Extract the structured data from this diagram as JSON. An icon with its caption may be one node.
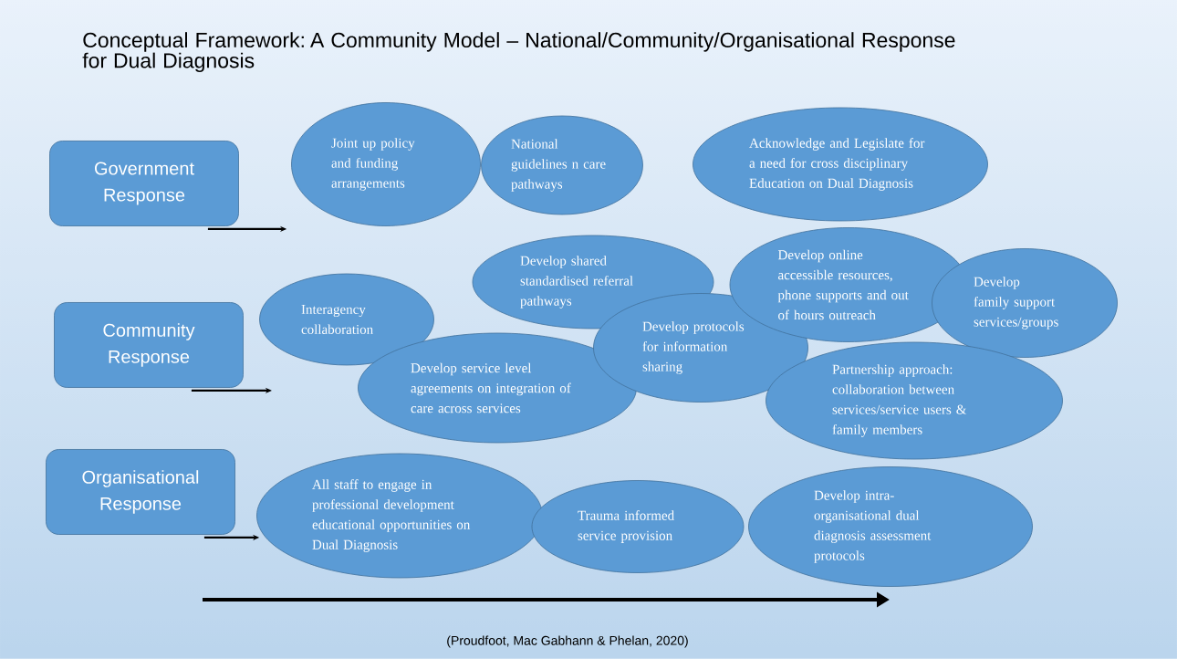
{
  "diagram": {
    "title": "Conceptual Framework: A Community Model – National/Community/Organisational Response for Dual Diagnosis",
    "caption": "(Proudfoot, Mac Gabhann & Phelan, 2020)",
    "nodes": [
      {
        "text": [
          "Government Response"
        ]
      },
      {
        "text": [
          "Joint up policy and funding arrangements"
        ]
      },
      {
        "text": [
          "National guidelines n care pathways"
        ]
      },
      {
        "text": [
          "Acknowledge and Legislate for a need for cross disciplinary Education on Dual Diagnosis"
        ]
      },
      {
        "text": [
          "Community Response"
        ]
      },
      {
        "text": [
          "Develop shared standardised referral pathways"
        ]
      },
      {
        "text": [
          "Develop online accessible resources, phone supports and out of hours outreach"
        ]
      },
      {
        "text": [
          "Develop family support services/groups"
        ]
      },
      {
        "text": [
          "Interagency collaboration"
        ]
      },
      {
        "text": [
          "Develop protocols for information sharing"
        ]
      },
      {
        "text": [
          "Develop service level agreements on integration of care across services"
        ]
      },
      {
        "text": [
          "Partnership approach: collaboration between services/service users & family members"
        ]
      },
      {
        "text": [
          "Organisational Response"
        ]
      },
      {
        "text": [
          "All staff to engage in professional development educational opportunities on Dual Diagnosis"
        ]
      },
      {
        "text": [
          "Trauma informed service provision"
        ]
      },
      {
        "text": [
          "Develop intra-organisational dual diagnosis assessment protocols"
        ]
      }
    ],
    "edges": [
      {
        "from": 0,
        "to": 1,
        "arrow": "to"
      },
      {
        "from": 4,
        "to": null,
        "arrow": "to"
      },
      {
        "from": 12,
        "to": 13,
        "arrow": "to"
      }
    ]
  }
}
